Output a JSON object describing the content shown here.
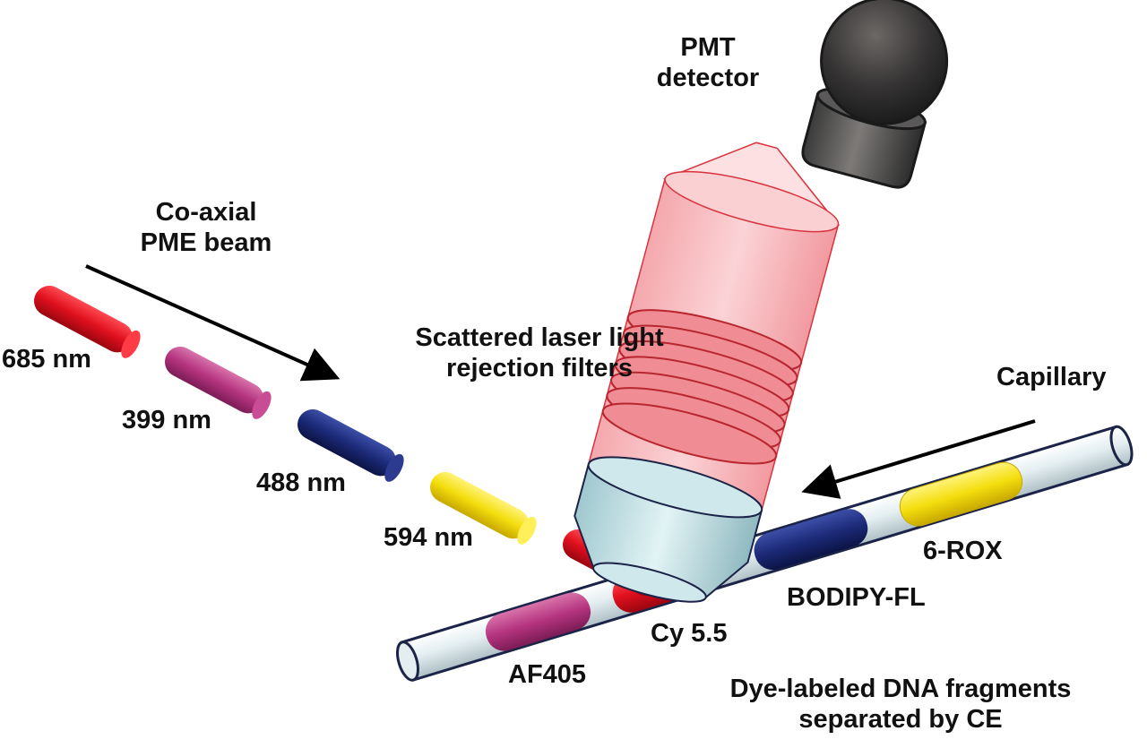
{
  "labels": {
    "pmt": [
      "PMT",
      "detector"
    ],
    "beam": [
      "Co-axial",
      "PME beam"
    ],
    "filters": [
      "Scattered laser light",
      "rejection filters"
    ],
    "capillary": "Capillary",
    "fragments": [
      "Dye-labeled DNA fragments",
      "separated by CE"
    ]
  },
  "lasers": [
    {
      "label": "685 nm",
      "color": "#e0101e"
    },
    {
      "label": "399 nm",
      "color": "#b5347f"
    },
    {
      "label": "488 nm",
      "color": "#1c2a78"
    },
    {
      "label": "594 nm",
      "color": "#f4de0e"
    }
  ],
  "dyes": [
    {
      "label": "AF405",
      "color": "#b5347f"
    },
    {
      "label": "Cy 5.5",
      "color": "#e0101e"
    },
    {
      "label": "BODIPY-FL",
      "color": "#1c2a78"
    },
    {
      "label": "6-ROX",
      "color": "#f4de0e"
    }
  ],
  "colors": {
    "capillary_fill": "#e4eef1",
    "capillary_outline": "#1b2347",
    "light_cone": "#f6b7bb",
    "objective": "#bfe0e5",
    "pmt_body": "#4a4a4a"
  }
}
